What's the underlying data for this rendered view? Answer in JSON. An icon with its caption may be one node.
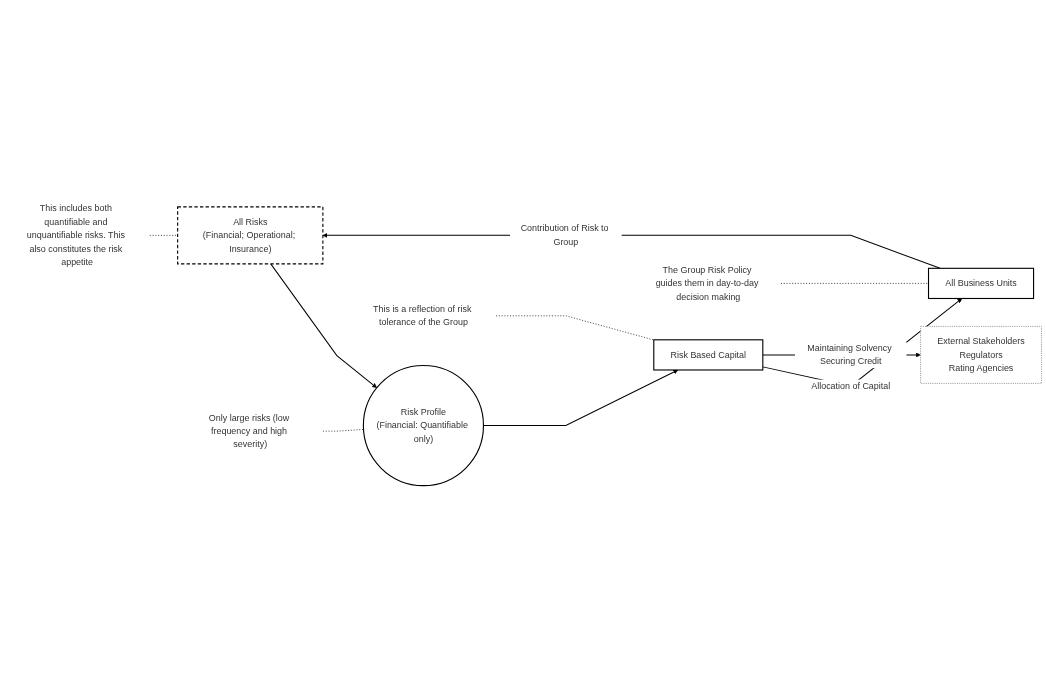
{
  "diagram": {
    "nodes": [
      {
        "text": [
          "All Risks",
          "(Financial; Operational; Insurance)"
        ]
      },
      {
        "text": [
          "Risk Profile",
          "(Financial: Quantifiable only)"
        ]
      },
      {
        "text": [
          "Risk Based Capital"
        ]
      },
      {
        "text": [
          "All Business Units"
        ]
      },
      {
        "text": [
          "External Stakeholders",
          "Regulators",
          "Rating Agencies"
        ]
      },
      {
        "text": [
          "This includes both quantifiable and unquantifiable risks. This also constitutes the risk appetite"
        ]
      },
      {
        "text": [
          "Only large risks (low frequency and high severity)"
        ]
      },
      {
        "text": [
          "This is a reflection of risk tolerance of the Group"
        ]
      },
      {
        "text": [
          "The Group Risk Policy guides them in day-to-day decision making"
        ]
      }
    ],
    "edges": [
      {
        "from": 0,
        "to": 1,
        "arrow": "to"
      },
      {
        "from": 1,
        "to": 2,
        "arrow": "to"
      },
      {
        "from": 2,
        "to": 3,
        "arrow": "to",
        "label": "Allocation of Capital"
      },
      {
        "from": 2,
        "to": 4,
        "arrow": "to",
        "label": "Maintaining Solvency Securing Credit"
      },
      {
        "from": 3,
        "to": 0,
        "arrow": "to",
        "label": "Contribution of Risk to Group"
      },
      {
        "from": 5,
        "to": 0,
        "arrow": "none",
        "style": "dashed"
      },
      {
        "from": 6,
        "to": 1,
        "arrow": "none",
        "style": "dashed"
      },
      {
        "from": 7,
        "to": 2,
        "arrow": "none",
        "style": "dashed"
      },
      {
        "from": 8,
        "to": 3,
        "arrow": "none",
        "style": "dashed"
      }
    ]
  }
}
